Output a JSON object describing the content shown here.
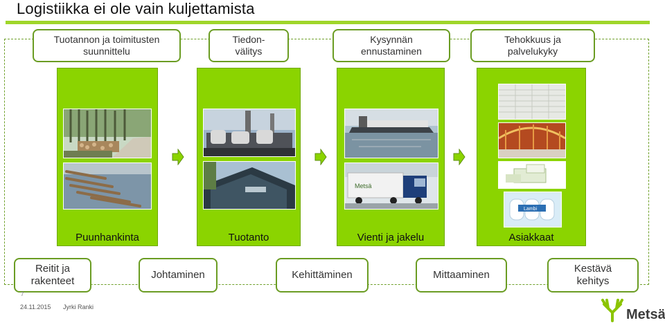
{
  "slide": {
    "title": "Logistiikka ei ole vain kuljettamista",
    "slide_number": "7",
    "date": "24.11.2015",
    "author": "Jyrki Ranki"
  },
  "top_boxes": [
    {
      "label": "Tuotannon ja toimitusten\nsuunnittelu"
    },
    {
      "label": "Tiedon-\nvälitys"
    },
    {
      "label": "Kysynnän\nennustaminen"
    },
    {
      "label": "Tehokkuus ja\npalvelukyky"
    }
  ],
  "stages": [
    {
      "label": "Puunhankinta"
    },
    {
      "label": "Tuotanto"
    },
    {
      "label": "Vienti ja jakelu"
    },
    {
      "label": "Asiakkaat"
    }
  ],
  "bottom_boxes": [
    {
      "label": "Reitit ja\nrakenteet"
    },
    {
      "label": "Johtaminen"
    },
    {
      "label": "Kehittäminen"
    },
    {
      "label": "Mittaaminen"
    },
    {
      "label": "Kestävä\nkehitys"
    }
  ],
  "logo": {
    "text": "Metsä",
    "icon": "moose-antler-icon"
  },
  "colors": {
    "accent_green": "#8bd400",
    "border_green": "#6a9c22",
    "title_rule": "#9fd62a"
  }
}
